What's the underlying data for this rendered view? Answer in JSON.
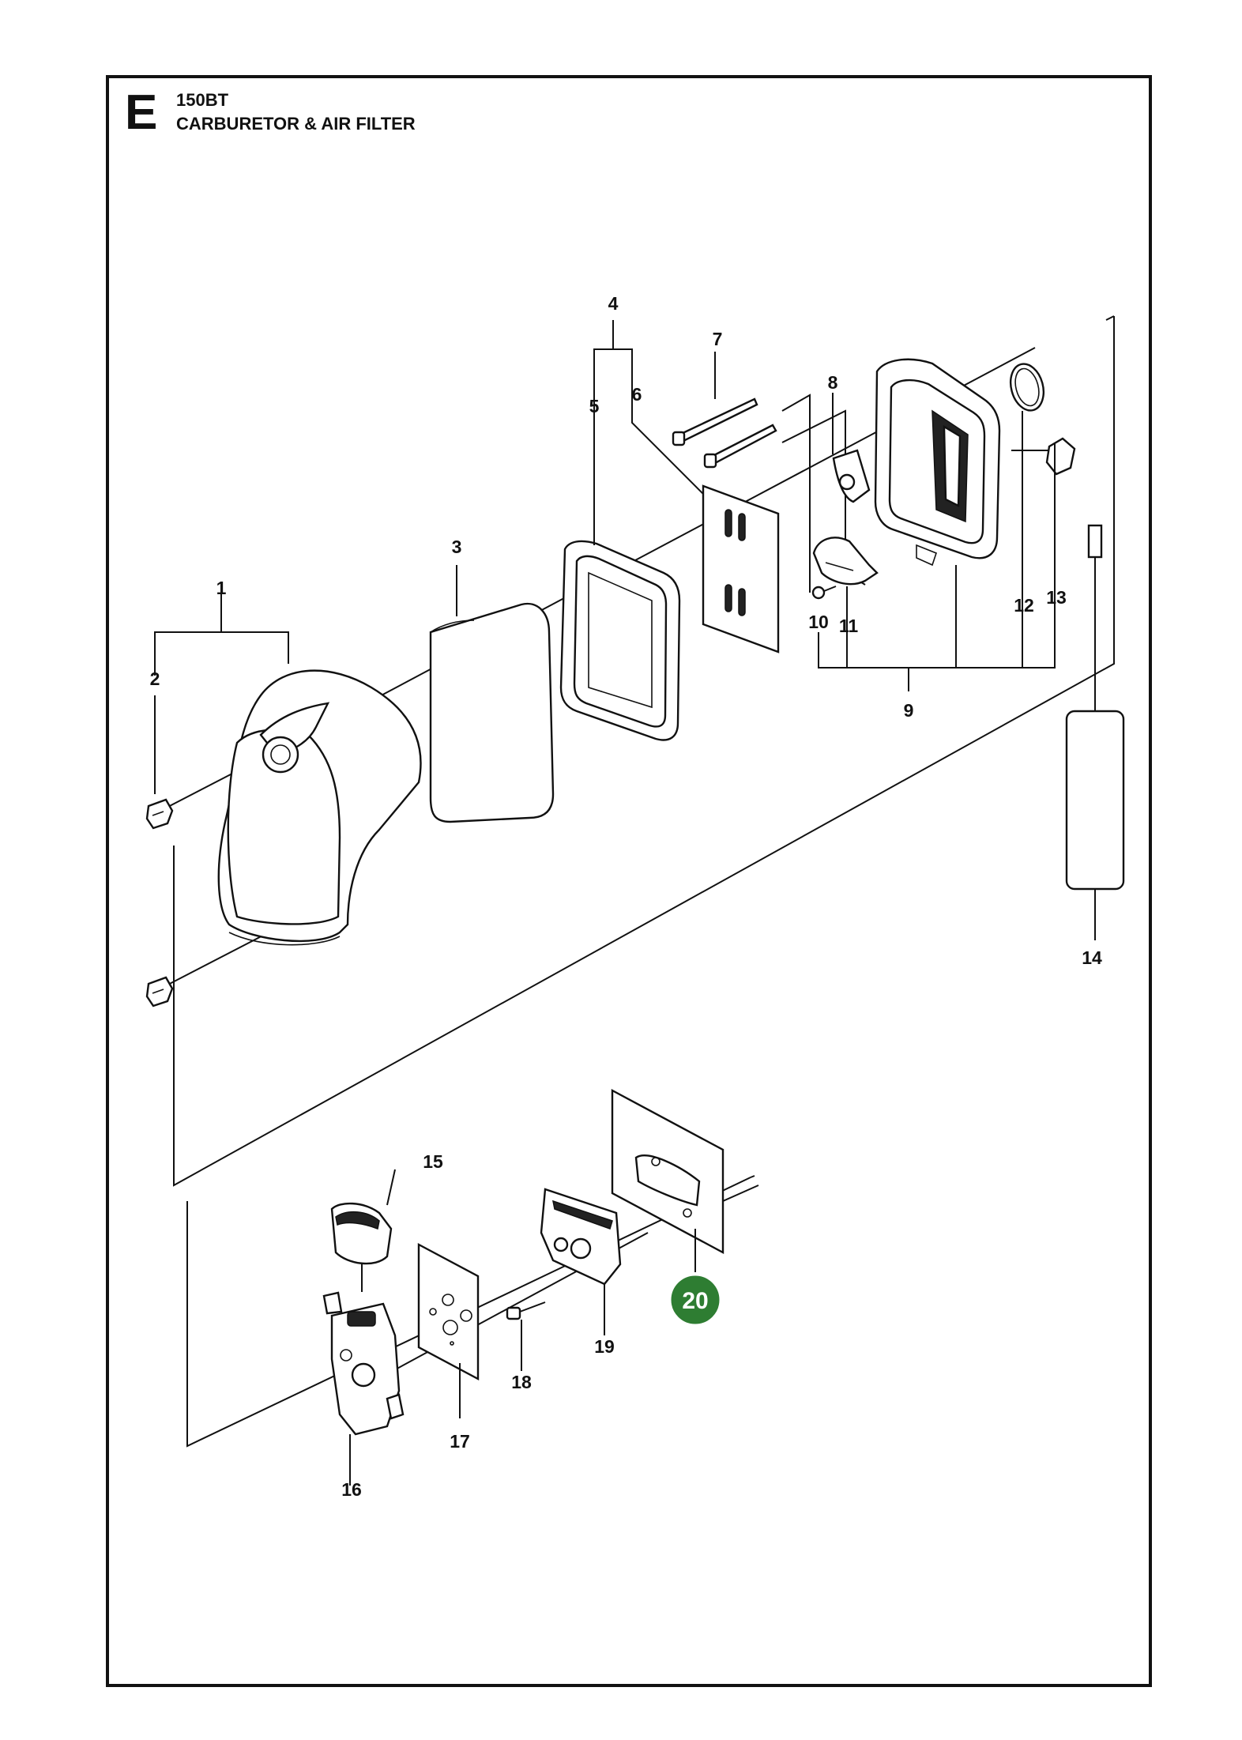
{
  "header": {
    "section_letter": "E",
    "model": "150BT",
    "title": "CARBURETOR & AIR FILTER"
  },
  "labels": {
    "p1": "1",
    "p2": "2",
    "p3": "3",
    "p4": "4",
    "p5": "5",
    "p6": "6",
    "p7": "7",
    "p8": "8",
    "p9": "9",
    "p10": "10",
    "p11": "11",
    "p12": "12",
    "p13": "13",
    "p14": "14",
    "p15": "15",
    "p16": "16",
    "p17": "17",
    "p18": "18",
    "p19": "19",
    "p20": "20"
  },
  "highlight": {
    "part": "20",
    "color": "#2e7d32"
  },
  "colors": {
    "line": "#111111",
    "background": "#ffffff"
  }
}
